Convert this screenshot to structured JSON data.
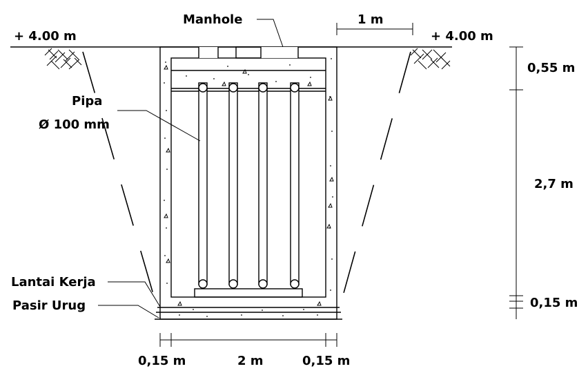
{
  "labels": {
    "manhole": "Manhole",
    "scale_1m": "1 m",
    "elev_left": "+ 4.00 m",
    "elev_right": "+ 4.00 m",
    "pipa": "Pipa",
    "pipa_dia": "Ø 100 mm",
    "lantai_kerja": "Lantai Kerja",
    "pasir_urug": "Pasir Urug",
    "dim_top": "0,55 m",
    "dim_mid": "2,7 m",
    "dim_bottom": "0,15 m",
    "dim_wall_left": "0,15 m",
    "dim_inner": "2 m",
    "dim_wall_right": "0,15 m"
  },
  "pipe_count": 4
}
